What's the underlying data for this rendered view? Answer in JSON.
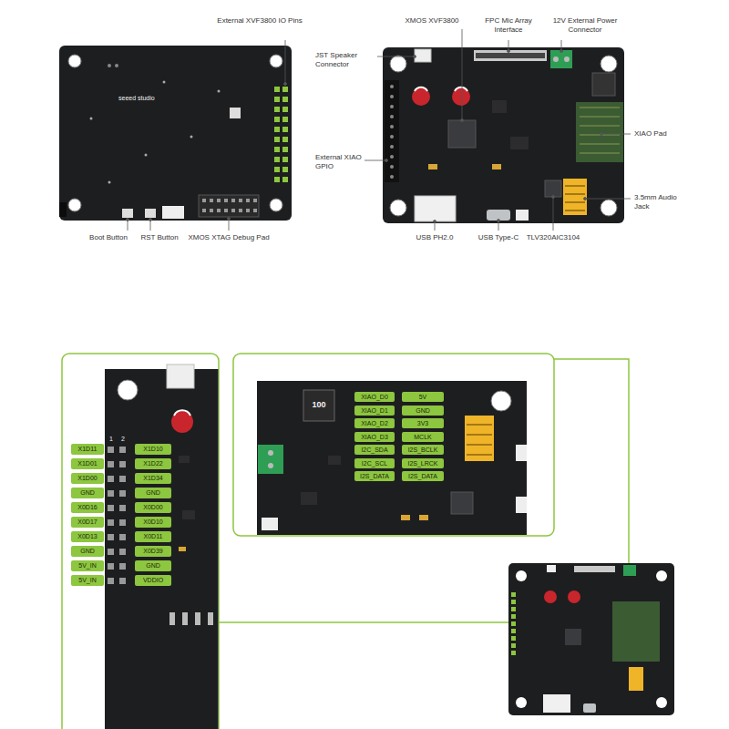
{
  "diagram": {
    "labels": [
      "External XVF3800 IO Pins",
      "seeed studio",
      "Boot Button",
      "RST Button",
      "XMOS XTAG Debug Pad",
      "XMOS XVF3800",
      "FPC Mic Array Interface",
      "12V External Power Connector",
      "JST Speaker Connector",
      "XIAO Pad",
      "External XIAO GPIO",
      "3.5mm Audio Jack",
      "USB PH2.0",
      "USB Type-C",
      "TLV320AIC3104",
      "X1D11",
      "X1D01",
      "X1D00",
      "GND",
      "X0D16",
      "X0D17",
      "X0D13",
      "GND",
      "5V_IN",
      "5V_IN",
      "X1D10",
      "X1D22",
      "X1D34",
      "GND",
      "X0D00",
      "X0D10",
      "X0D11",
      "X0D39",
      "GND",
      "VDDIO",
      "1",
      "2",
      "100",
      "XIAO_D0",
      "XIAO_D1",
      "XIAO_D2",
      "XIAO_D3",
      "I2C_SDA",
      "I2C_SCL",
      "I2S_DATA",
      "5V",
      "GND",
      "3V3",
      "MCLK",
      "I2S_BCLK",
      "I2S_LRCK",
      "I2S_DATA"
    ]
  }
}
